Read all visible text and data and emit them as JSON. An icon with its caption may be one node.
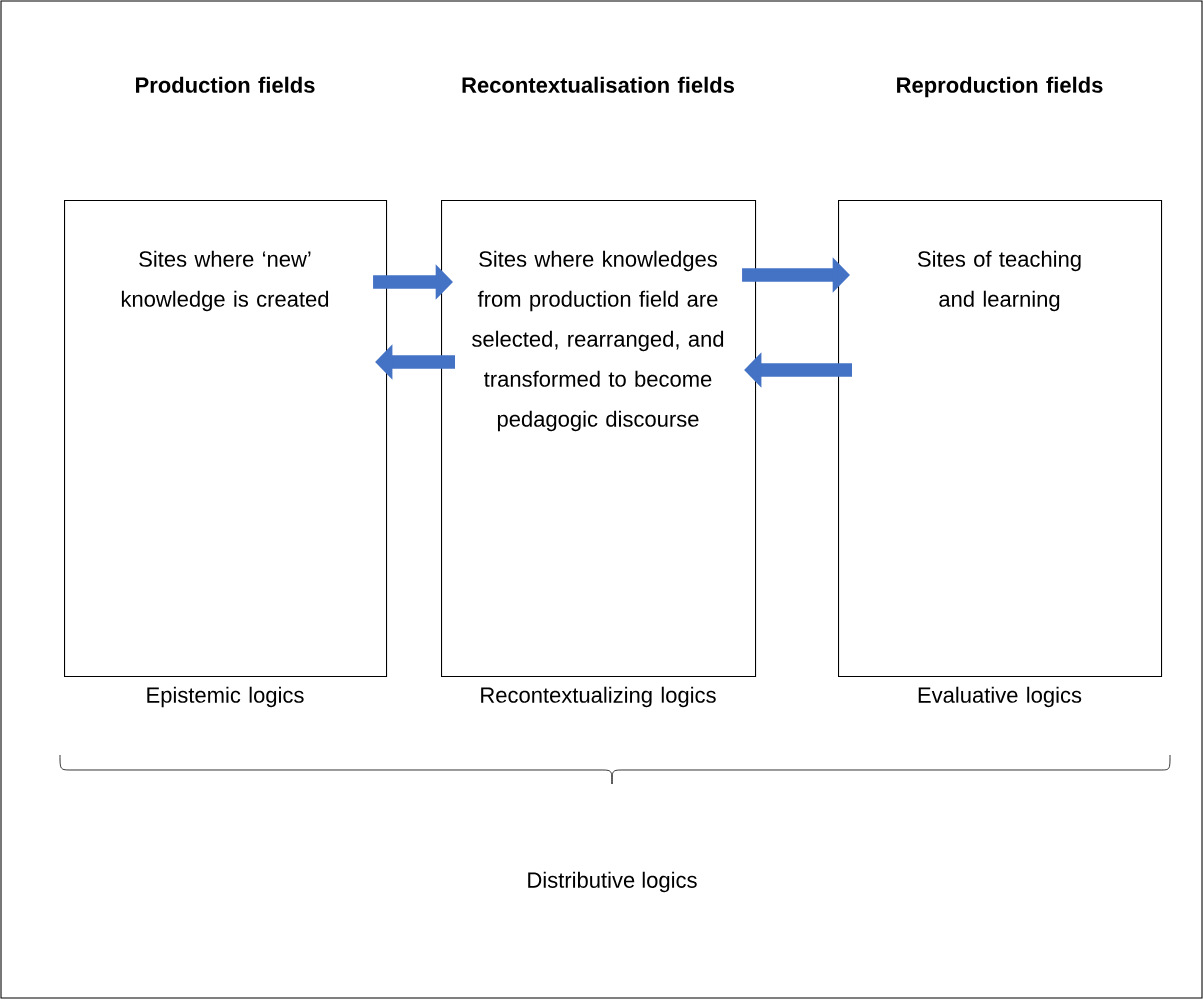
{
  "diagram": {
    "nodes": [
      {
        "text": [
          "Production fields",
          "Sites where ‘new’ knowledge is created"
        ],
        "beside": [
          "Epistemic logics"
        ]
      },
      {
        "text": [
          "Recontextualisation fields",
          "Sites where knowledges from production field are selected, rearranged, and transformed to become pedagogic discourse"
        ],
        "beside": [
          "Recontextualizing logics"
        ]
      },
      {
        "text": [
          "Reproduction fields",
          "Sites of teaching and learning"
        ],
        "beside": [
          "Evaluative logics"
        ]
      }
    ],
    "edges": [
      {
        "from": 0,
        "to": 1,
        "arrow": "to"
      },
      {
        "from": 1,
        "to": 0,
        "arrow": "to"
      },
      {
        "from": 1,
        "to": 2,
        "arrow": "to"
      },
      {
        "from": 2,
        "to": 1,
        "arrow": "to"
      }
    ],
    "labels": [
      "Distributive logics"
    ]
  }
}
